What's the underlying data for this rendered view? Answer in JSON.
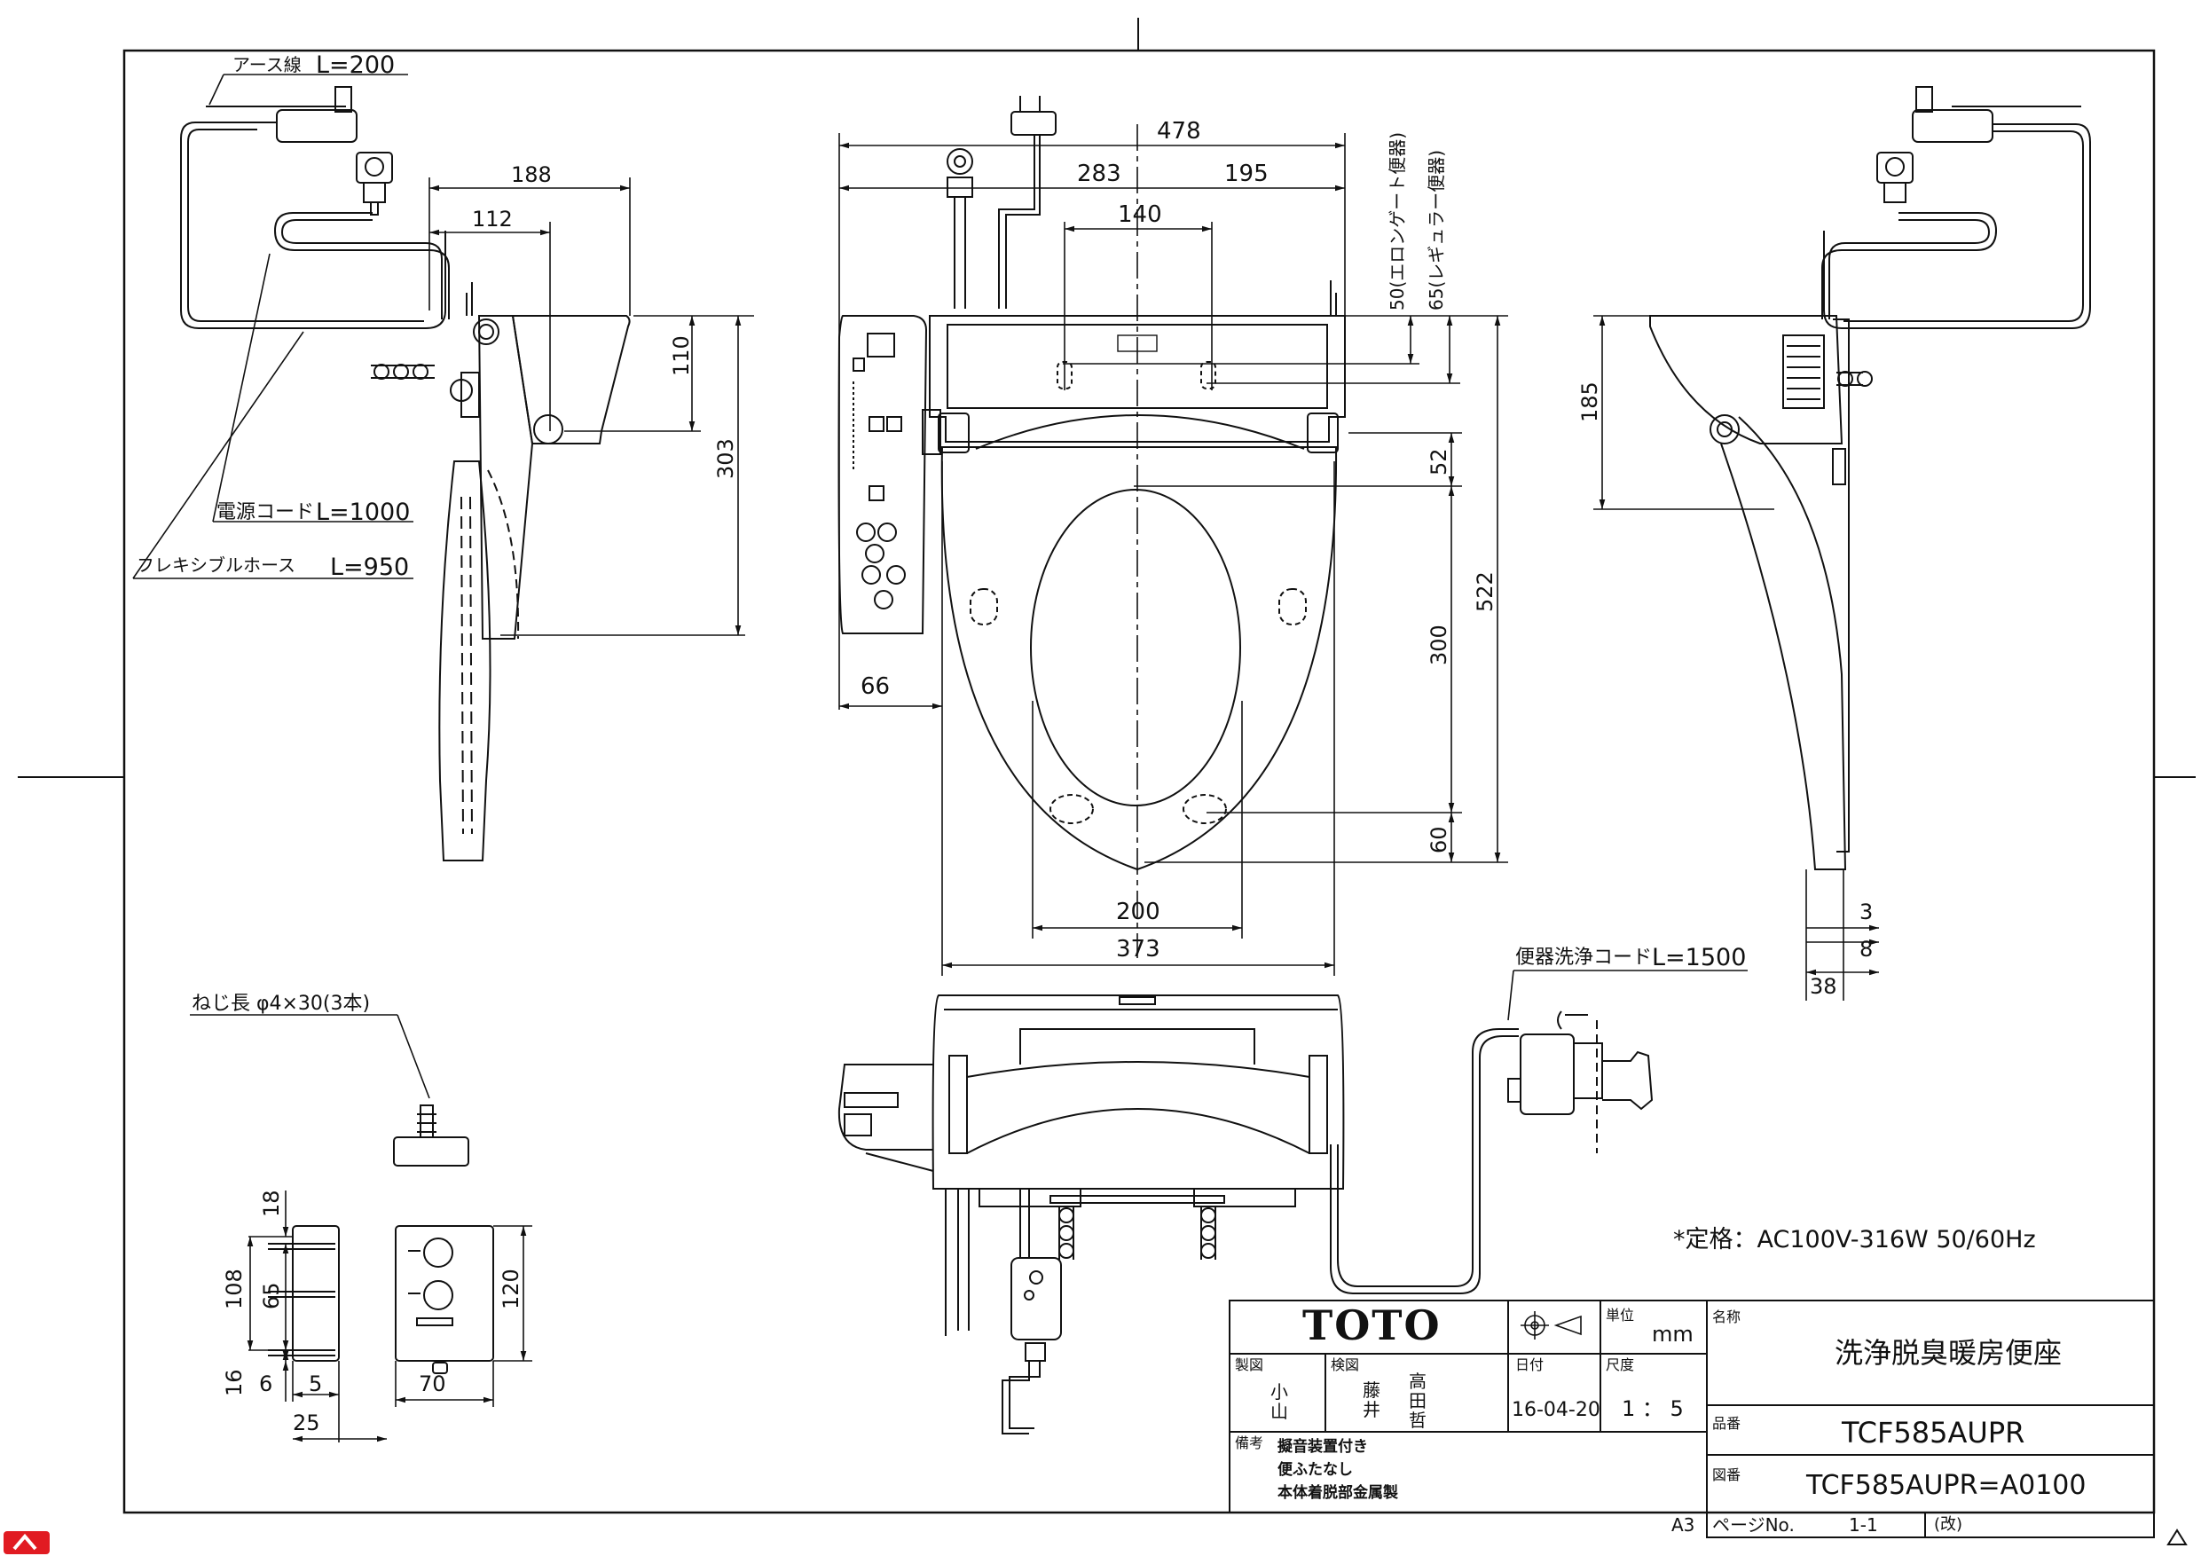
{
  "labels": {
    "earth_wire": "アース線",
    "earth_wire_len": "L=200",
    "power_cord": "電源コード",
    "power_cord_len": "L=1000",
    "flex_hose": "フレキシブルホース",
    "flex_hose_len": "L=950",
    "toilet_cord": "便器洗浄コード",
    "toilet_cord_len": "L=1500",
    "screw": "ねじ長 φ4×30(3本)",
    "rating": "*定格：AC100V-316W 50/60Hz",
    "elongate": "50(エロンゲート便器)",
    "regular": "65(レギュラー便器)"
  },
  "dimensions": {
    "d478": "478",
    "d283": "283",
    "d195": "195",
    "d140": "140",
    "d188": "188",
    "d112": "112",
    "d110": "110",
    "d303": "303",
    "d185": "185",
    "d52": "52",
    "d522": "522",
    "d300": "300",
    "d60": "60",
    "d66": "66",
    "d200": "200",
    "d373": "373",
    "d3": "3",
    "d8": "8",
    "d38": "38",
    "d18": "18",
    "d108": "108",
    "d65": "65",
    "d16": "16",
    "d6": "6",
    "d5": "5",
    "d25": "25",
    "d70": "70",
    "d120": "120"
  },
  "title_block": {
    "logo": "TOTO",
    "unit_label": "単位",
    "unit": "mm",
    "drawn_label": "製図",
    "drawn_by_1": "小",
    "drawn_by_2": "山",
    "check_label": "検図",
    "check_1a": "藤",
    "check_1b": "井",
    "check_2a": "高",
    "check_2b": "田",
    "check_2c": "哲",
    "date_label": "日付",
    "date": "16-04-20",
    "scale_label": "尺度",
    "scale": "1 ： 5",
    "name_label": "名称",
    "name": "洗浄脱臭暖房便座",
    "part_label": "品番",
    "part": "TCF585AUPR",
    "drawing_label": "図番",
    "drawing_no": "TCF585AUPR=A0100",
    "notes_label": "備考",
    "note1": "擬音装置付き",
    "note2": "便ふたなし",
    "note3": "本体着脱部金属製",
    "page_label": "ページNo.",
    "page": "1-1",
    "rev_label": "(改)",
    "sheet_size": "A3"
  }
}
